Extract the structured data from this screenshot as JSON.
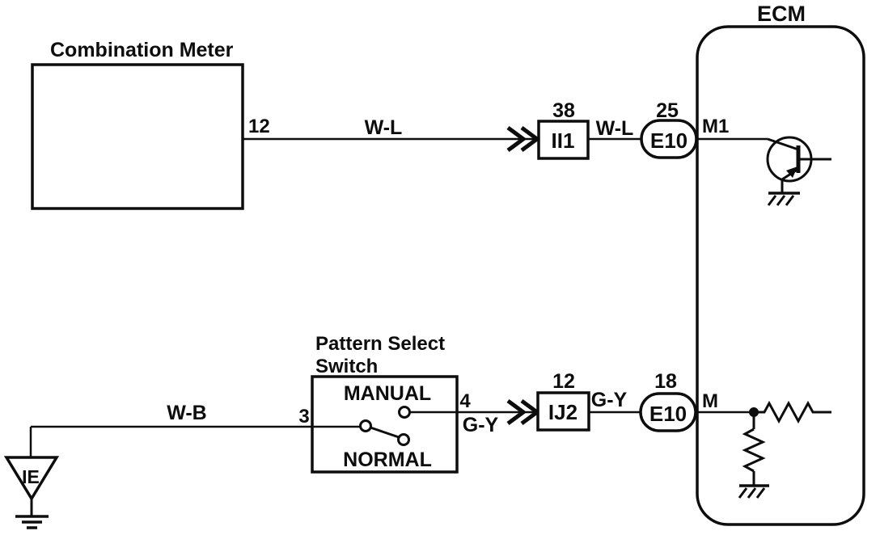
{
  "ecm": {
    "label": "ECM",
    "pin_top": "M1",
    "pin_bottom": "M"
  },
  "combination_meter": {
    "label": "Combination Meter",
    "pin": "12"
  },
  "top_circuit": {
    "wire1_label": "W-L",
    "connector_pin": "38",
    "connector_code": "II1",
    "wire2_label": "W-L",
    "junction_pin": "25",
    "junction_code": "E10"
  },
  "bottom_circuit": {
    "ground_label": "IE",
    "wire1_label": "W-B",
    "switch_pin_in": "3",
    "switch_title_line1": "Pattern Select",
    "switch_title_line2": "Switch",
    "switch_pos_manual": "MANUAL",
    "switch_pos_normal": "NORMAL",
    "switch_pin_out": "4",
    "wire2_label": "G-Y",
    "connector_pin": "12",
    "connector_code": "IJ2",
    "wire3_label": "G-Y",
    "junction_pin": "18",
    "junction_code": "E10"
  },
  "colors": {
    "line": "#0d0d0d",
    "background": "#ffffff"
  }
}
